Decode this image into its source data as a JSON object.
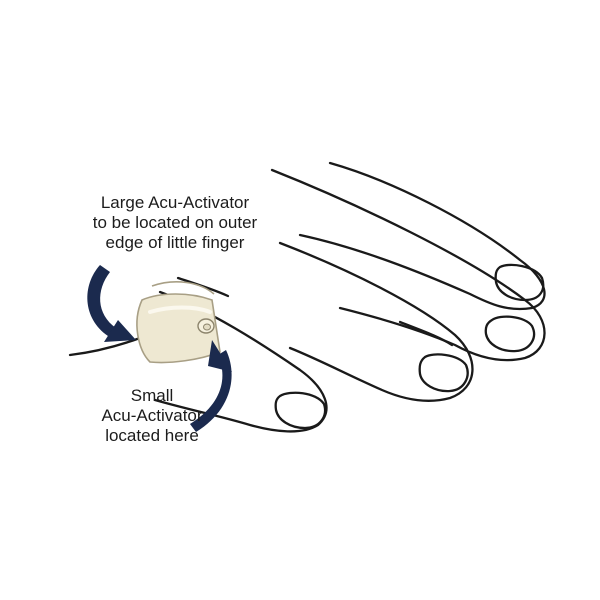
{
  "annotations": {
    "large": {
      "lines": [
        "Large Acu-Activator",
        "to be located on outer",
        "edge of little finger"
      ]
    },
    "small": {
      "lines": [
        "Small",
        "Acu-Activator",
        "located here"
      ]
    }
  },
  "colors": {
    "outline": "#1a1a1a",
    "arrow": "#1b2a4e",
    "ring_fill": "#eee8d2",
    "ring_edge": "#a89f85"
  },
  "icons": {
    "hand": "hand-illustration-icon",
    "ring": "acu-ring-icon",
    "large_arrow": "curved-arrow-icon",
    "small_arrow": "curved-arrow-icon"
  }
}
